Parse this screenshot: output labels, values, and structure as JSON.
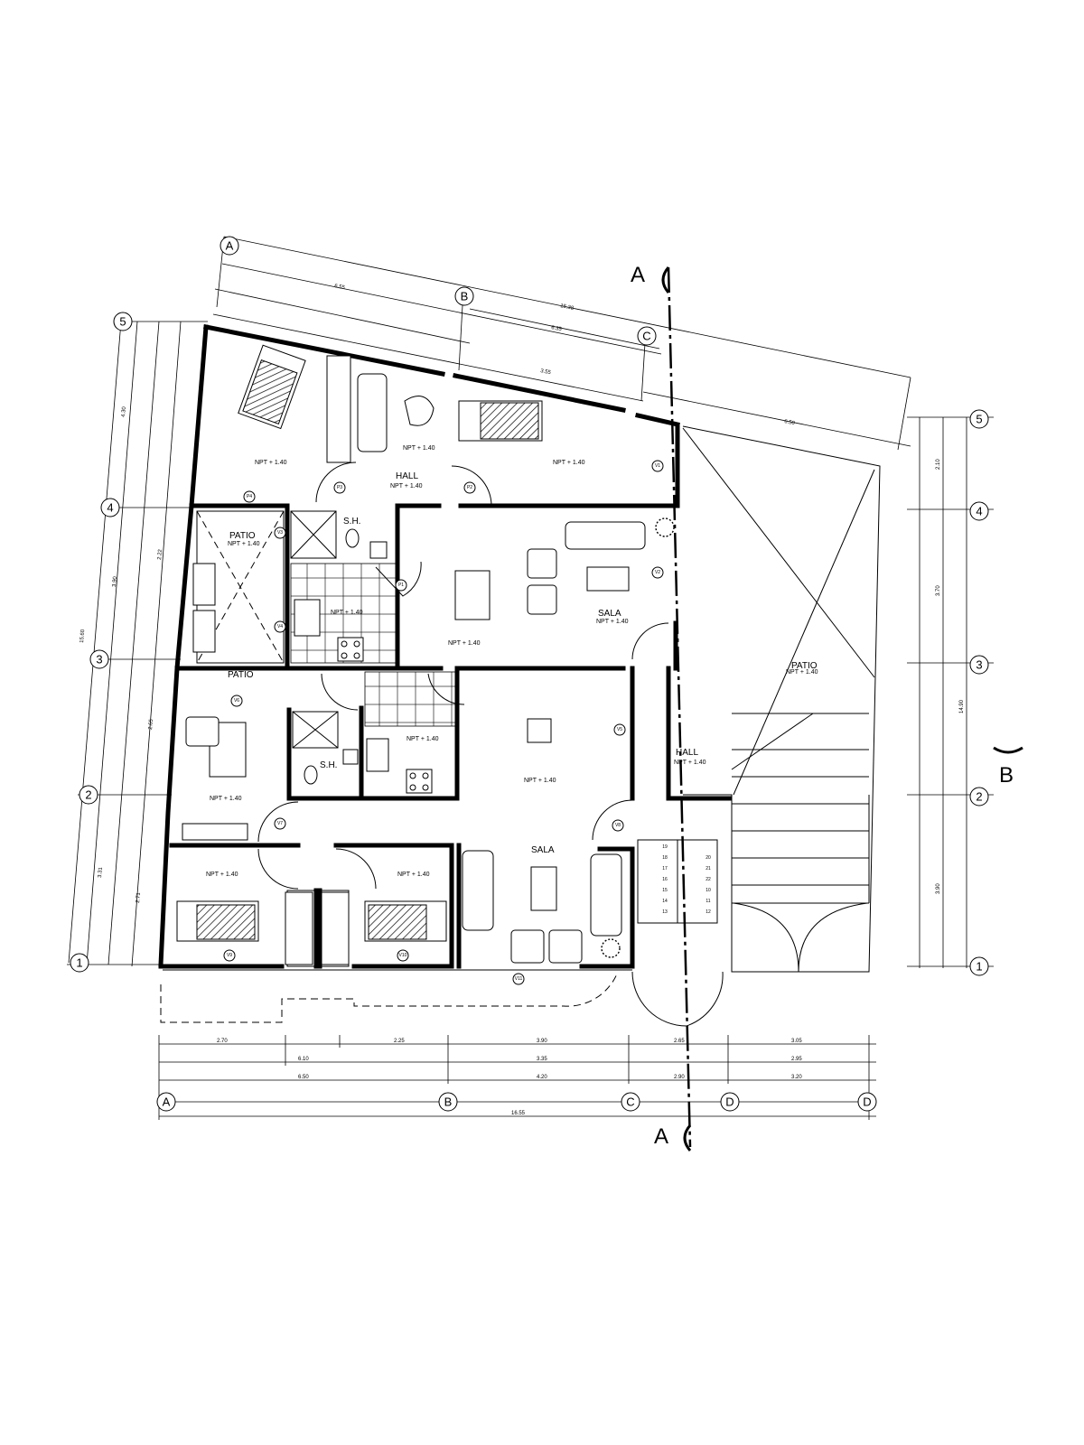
{
  "rooms": {
    "hall_top": "HALL",
    "patio_left_top": "PATIO",
    "patio_left_mid": "PATIO",
    "sh_top": "S.H.",
    "sh_bottom": "S.H.",
    "sala_top": "SALA",
    "sala_bottom": "SALA",
    "hall_right": "HALL",
    "patio_right": "PATIO"
  },
  "level_label": "NPT + 1.40",
  "section_marks": {
    "a_top": "A",
    "a_bottom": "A",
    "b_right": "B"
  },
  "axes_letters": [
    "A",
    "B",
    "C",
    "D",
    "D"
  ],
  "axes_numbers": [
    "5",
    "4",
    "3",
    "2",
    "1"
  ],
  "axes_numbers_right": [
    "5",
    "4",
    "3",
    "2",
    "1"
  ],
  "top_axes": [
    "A",
    "B",
    "C"
  ],
  "bottom_dims": {
    "row1": [
      "2.70",
      "2.25",
      "3.90",
      "2.65",
      "3.05"
    ],
    "row2": [
      "6.10",
      "3.35",
      "2.95"
    ],
    "row3": [
      "6.50",
      "4.20",
      "2.90",
      "3.20"
    ],
    "total": "16.55"
  },
  "top_dims": {
    "total": "15.38",
    "row_a": "6.55",
    "row_b": "6.35",
    "row_c": "3.55",
    "right": "6.50"
  },
  "left_dims": {
    "total": "15.60",
    "segs": [
      "4.30",
      "3.90",
      "3.31"
    ],
    "inner": [
      "2.22",
      "2.65",
      "2.71"
    ]
  },
  "right_dims": {
    "total": "14.90",
    "segs": [
      "2.10",
      "3.70",
      "3.90"
    ]
  },
  "stairs": {
    "left": [
      "19",
      "18",
      "17",
      "16",
      "15",
      "14",
      "13"
    ],
    "right": [
      "20",
      "21",
      "22",
      "10",
      "11",
      "12"
    ]
  },
  "door_tags": [
    "P3",
    "P2",
    "P1",
    "P4",
    "V1",
    "V2",
    "V3",
    "V4",
    "V5",
    "V6",
    "V7",
    "V8",
    "V9",
    "V10",
    "V11"
  ]
}
